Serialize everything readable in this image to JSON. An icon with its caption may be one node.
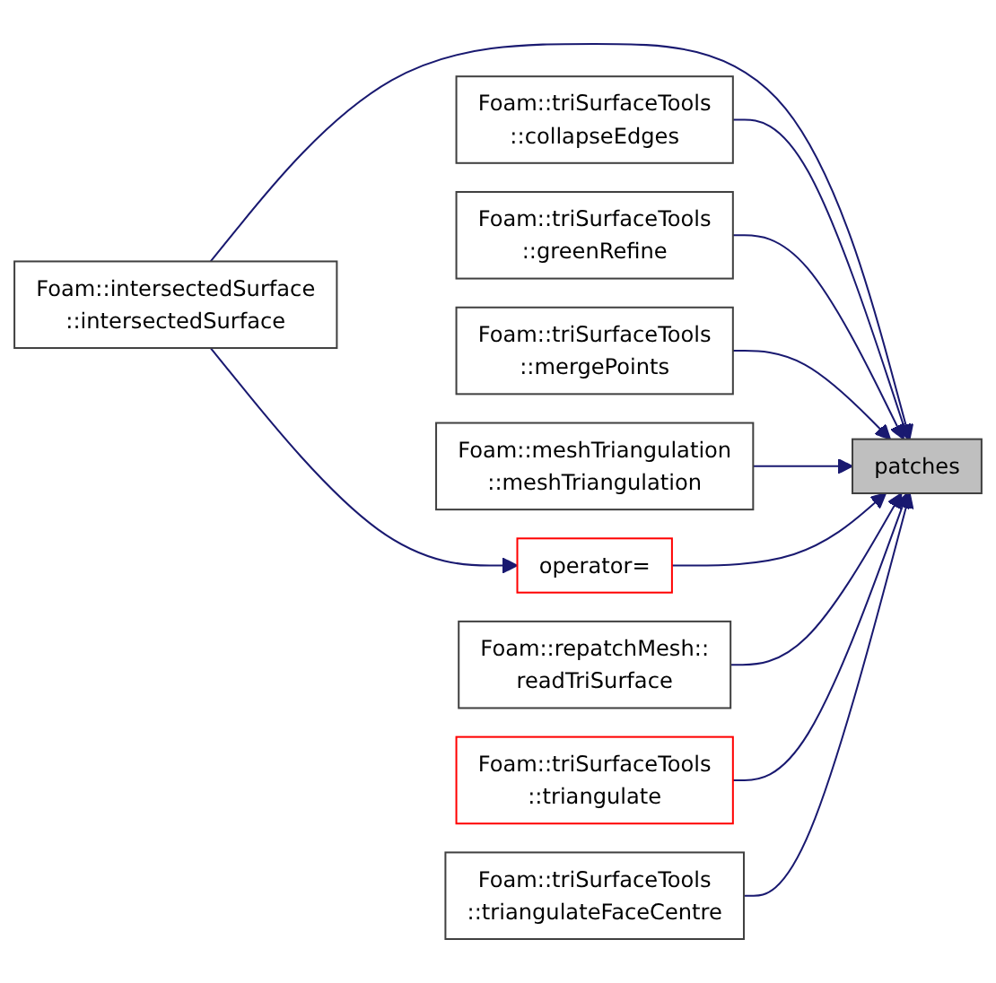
{
  "diagram": {
    "nodes": [
      {
        "text": [
          "Foam::intersectedSurface ::intersectedSurface"
        ]
      },
      {
        "text": [
          "Foam::triSurfaceTools ::collapseEdges"
        ]
      },
      {
        "text": [
          "Foam::triSurfaceTools ::greenRefine"
        ]
      },
      {
        "text": [
          "Foam::triSurfaceTools ::mergePoints"
        ]
      },
      {
        "text": [
          "Foam::meshTriangulation ::meshTriangulation"
        ]
      },
      {
        "text": [
          "operator="
        ]
      },
      {
        "text": [
          "Foam::repatchMesh:: readTriSurface"
        ]
      },
      {
        "text": [
          "Foam::triSurfaceTools ::triangulate"
        ]
      },
      {
        "text": [
          "Foam::triSurfaceTools ::triangulateFaceCentre"
        ]
      },
      {
        "text": [
          "patches"
        ]
      }
    ],
    "edges": [
      {
        "from": 0,
        "to": 9,
        "arrow": "to"
      },
      {
        "from": 0,
        "to": 5,
        "arrow": "to"
      },
      {
        "from": 1,
        "to": 9,
        "arrow": "to"
      },
      {
        "from": 2,
        "to": 9,
        "arrow": "to"
      },
      {
        "from": 3,
        "to": 9,
        "arrow": "to"
      },
      {
        "from": 4,
        "to": 9,
        "arrow": "to"
      },
      {
        "from": 5,
        "to": 9,
        "arrow": "to"
      },
      {
        "from": 6,
        "to": 9,
        "arrow": "to"
      },
      {
        "from": 7,
        "to": 9,
        "arrow": "to"
      },
      {
        "from": 8,
        "to": 9,
        "arrow": "to"
      }
    ]
  }
}
